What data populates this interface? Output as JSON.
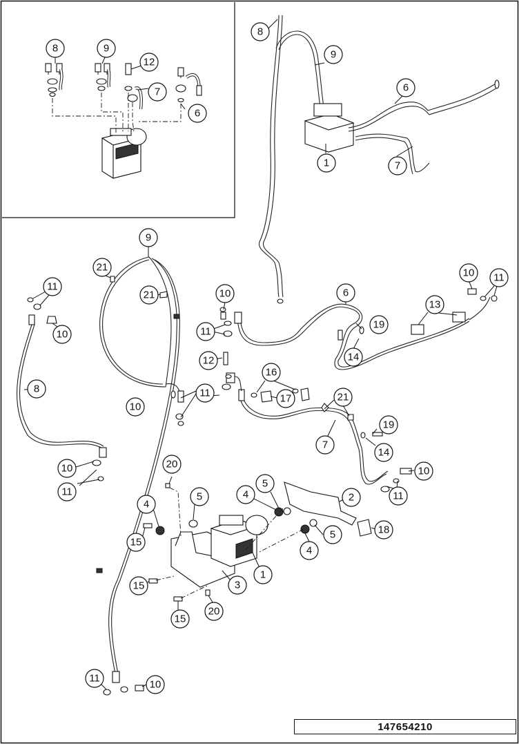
{
  "drawing_id": "147654210",
  "callouts": [
    {
      "id": "c8a",
      "label": "8"
    },
    {
      "id": "c9a",
      "label": "9"
    },
    {
      "id": "c12a",
      "label": "12"
    },
    {
      "id": "c7a",
      "label": "7"
    },
    {
      "id": "c6a",
      "label": "6"
    },
    {
      "id": "c8b",
      "label": "8"
    },
    {
      "id": "c9b",
      "label": "9"
    },
    {
      "id": "c6b",
      "label": "6"
    },
    {
      "id": "c1a",
      "label": "1"
    },
    {
      "id": "c7b",
      "label": "7"
    },
    {
      "id": "c9c",
      "label": "9"
    },
    {
      "id": "c21a",
      "label": "21"
    },
    {
      "id": "c21b",
      "label": "21"
    },
    {
      "id": "c11a",
      "label": "11"
    },
    {
      "id": "c10a",
      "label": "10"
    },
    {
      "id": "c10b",
      "label": "10"
    },
    {
      "id": "c11b",
      "label": "11"
    },
    {
      "id": "c6c",
      "label": "6"
    },
    {
      "id": "c10c",
      "label": "10"
    },
    {
      "id": "c11c",
      "label": "11"
    },
    {
      "id": "c13",
      "label": "13"
    },
    {
      "id": "c19a",
      "label": "19"
    },
    {
      "id": "c14a",
      "label": "14"
    },
    {
      "id": "c8c",
      "label": "8"
    },
    {
      "id": "c12b",
      "label": "12"
    },
    {
      "id": "c16",
      "label": "16"
    },
    {
      "id": "c11d",
      "label": "11"
    },
    {
      "id": "c17",
      "label": "17"
    },
    {
      "id": "c10d",
      "label": "10"
    },
    {
      "id": "c21c",
      "label": "21"
    },
    {
      "id": "c7c",
      "label": "7"
    },
    {
      "id": "c19b",
      "label": "19"
    },
    {
      "id": "c14b",
      "label": "14"
    },
    {
      "id": "c10e",
      "label": "10"
    },
    {
      "id": "c11e",
      "label": "11"
    },
    {
      "id": "c10f",
      "label": "10"
    },
    {
      "id": "c11f",
      "label": "11"
    },
    {
      "id": "c20a",
      "label": "20"
    },
    {
      "id": "c5a",
      "label": "5"
    },
    {
      "id": "c5b",
      "label": "5"
    },
    {
      "id": "c4a",
      "label": "4"
    },
    {
      "id": "c2",
      "label": "2"
    },
    {
      "id": "c4b",
      "label": "4"
    },
    {
      "id": "c15a",
      "label": "15"
    },
    {
      "id": "c5c",
      "label": "5"
    },
    {
      "id": "c18",
      "label": "18"
    },
    {
      "id": "c4c",
      "label": "4"
    },
    {
      "id": "c1b",
      "label": "1"
    },
    {
      "id": "c3",
      "label": "3"
    },
    {
      "id": "c15b",
      "label": "15"
    },
    {
      "id": "c15c",
      "label": "15"
    },
    {
      "id": "c20b",
      "label": "20"
    },
    {
      "id": "c11g",
      "label": "11"
    },
    {
      "id": "c10g",
      "label": "10"
    }
  ]
}
